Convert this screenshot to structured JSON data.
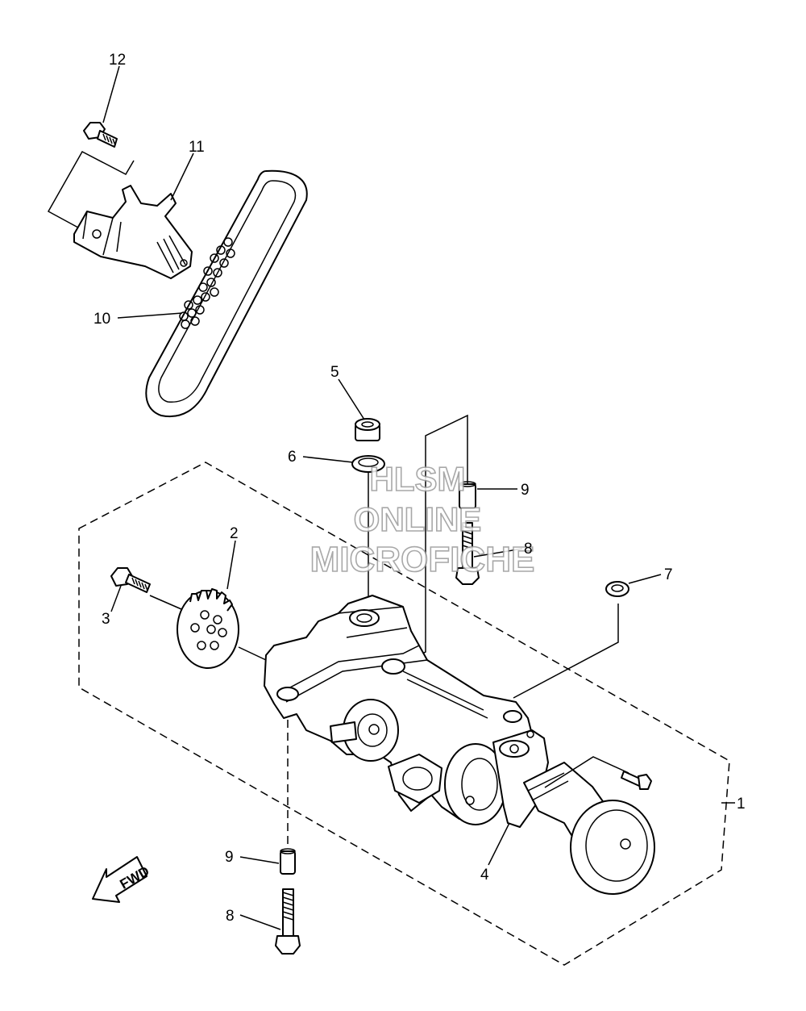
{
  "callouts": [
    {
      "id": "c12",
      "label": "12"
    },
    {
      "id": "c11",
      "label": "11"
    },
    {
      "id": "c10",
      "label": "10"
    },
    {
      "id": "c5",
      "label": "5"
    },
    {
      "id": "c6",
      "label": "6"
    },
    {
      "id": "c9a",
      "label": "9"
    },
    {
      "id": "c8a",
      "label": "8"
    },
    {
      "id": "c7",
      "label": "7"
    },
    {
      "id": "c2",
      "label": "2"
    },
    {
      "id": "c3",
      "label": "3"
    },
    {
      "id": "c1",
      "label": "1"
    },
    {
      "id": "c4",
      "label": "4"
    },
    {
      "id": "c9b",
      "label": "9"
    },
    {
      "id": "c8b",
      "label": "8"
    }
  ],
  "watermark": {
    "line1": "HLSM",
    "line2": "ONLINE",
    "line3": "MICROFICHE"
  },
  "direction_arrow": {
    "label": "FWD",
    "icon": "fwd-arrow-icon"
  }
}
